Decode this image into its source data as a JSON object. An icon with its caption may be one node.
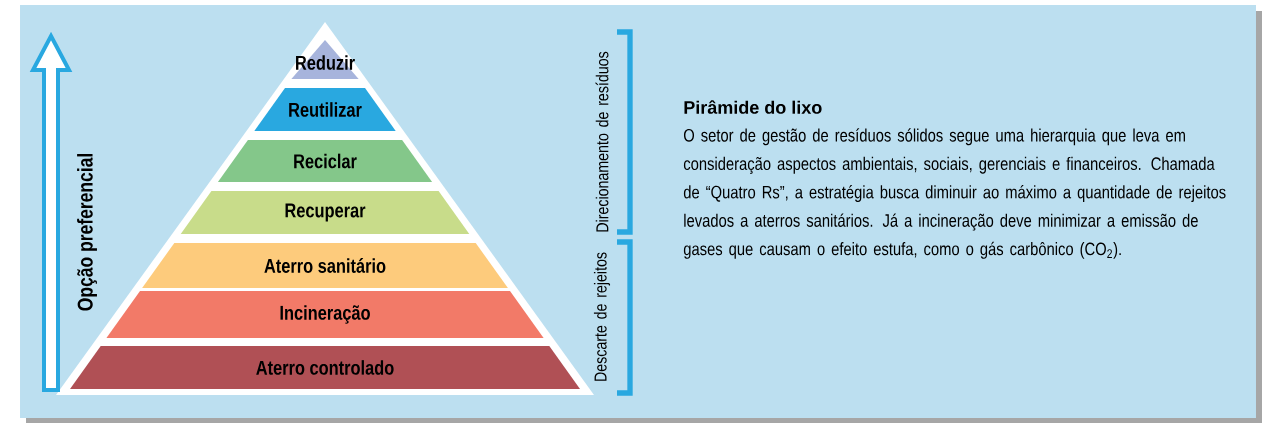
{
  "diagram": {
    "title": "Pirâmide do lixo",
    "nodes": [
      {
        "text": [
          "Reduzir"
        ]
      },
      {
        "text": [
          "Reutilizar"
        ]
      },
      {
        "text": [
          "Reciclar"
        ]
      },
      {
        "text": [
          "Recuperar"
        ]
      },
      {
        "text": [
          "Aterro sanitário"
        ]
      },
      {
        "text": [
          "Incineração"
        ]
      },
      {
        "text": [
          "Aterro controlado"
        ]
      }
    ],
    "labels": [
      "Opção preferencial",
      "Direcionamento de resíduos",
      "Descarte de rejeitos",
      "O setor de gestão de resíduos sólidos segue uma hierarquia que leva em consideração aspectos ambientais, sociais, gerenciais e financeiros. Chamada de “Quatro Rs”, a estratégia busca diminuir ao máximo a quantidade de rejeitos levados a aterros sanitários. Já a incineração deve minimizar a emissão de gases que causam o efeito estufa, como o gás carbônico (CO$_{2}$)."
    ]
  }
}
